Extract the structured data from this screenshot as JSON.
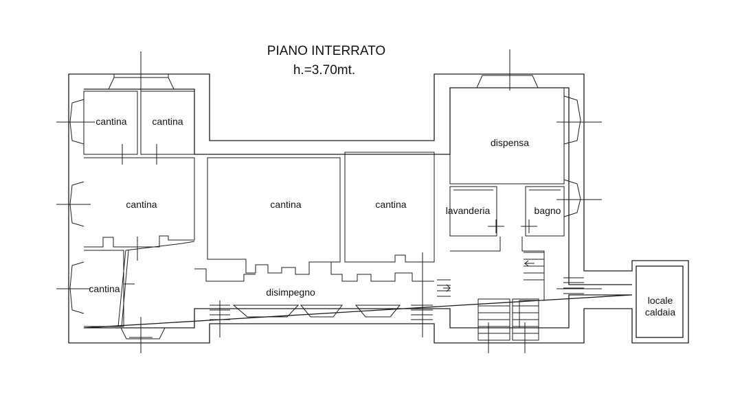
{
  "title": {
    "line1": "PIANO INTERRATO",
    "line2": "h.=3.70mt."
  },
  "rooms": {
    "cantina_a": "cantina",
    "cantina_b": "cantina",
    "cantina_c": "cantina",
    "cantina_d": "cantina",
    "cantina_e": "cantina",
    "cantina_f": "cantina",
    "disimpegno": "disimpegno",
    "dispensa": "dispensa",
    "lavanderia": "lavanderia",
    "bagno": "bagno",
    "locale_caldaia_1": "locale",
    "locale_caldaia_2": "caldaia"
  }
}
